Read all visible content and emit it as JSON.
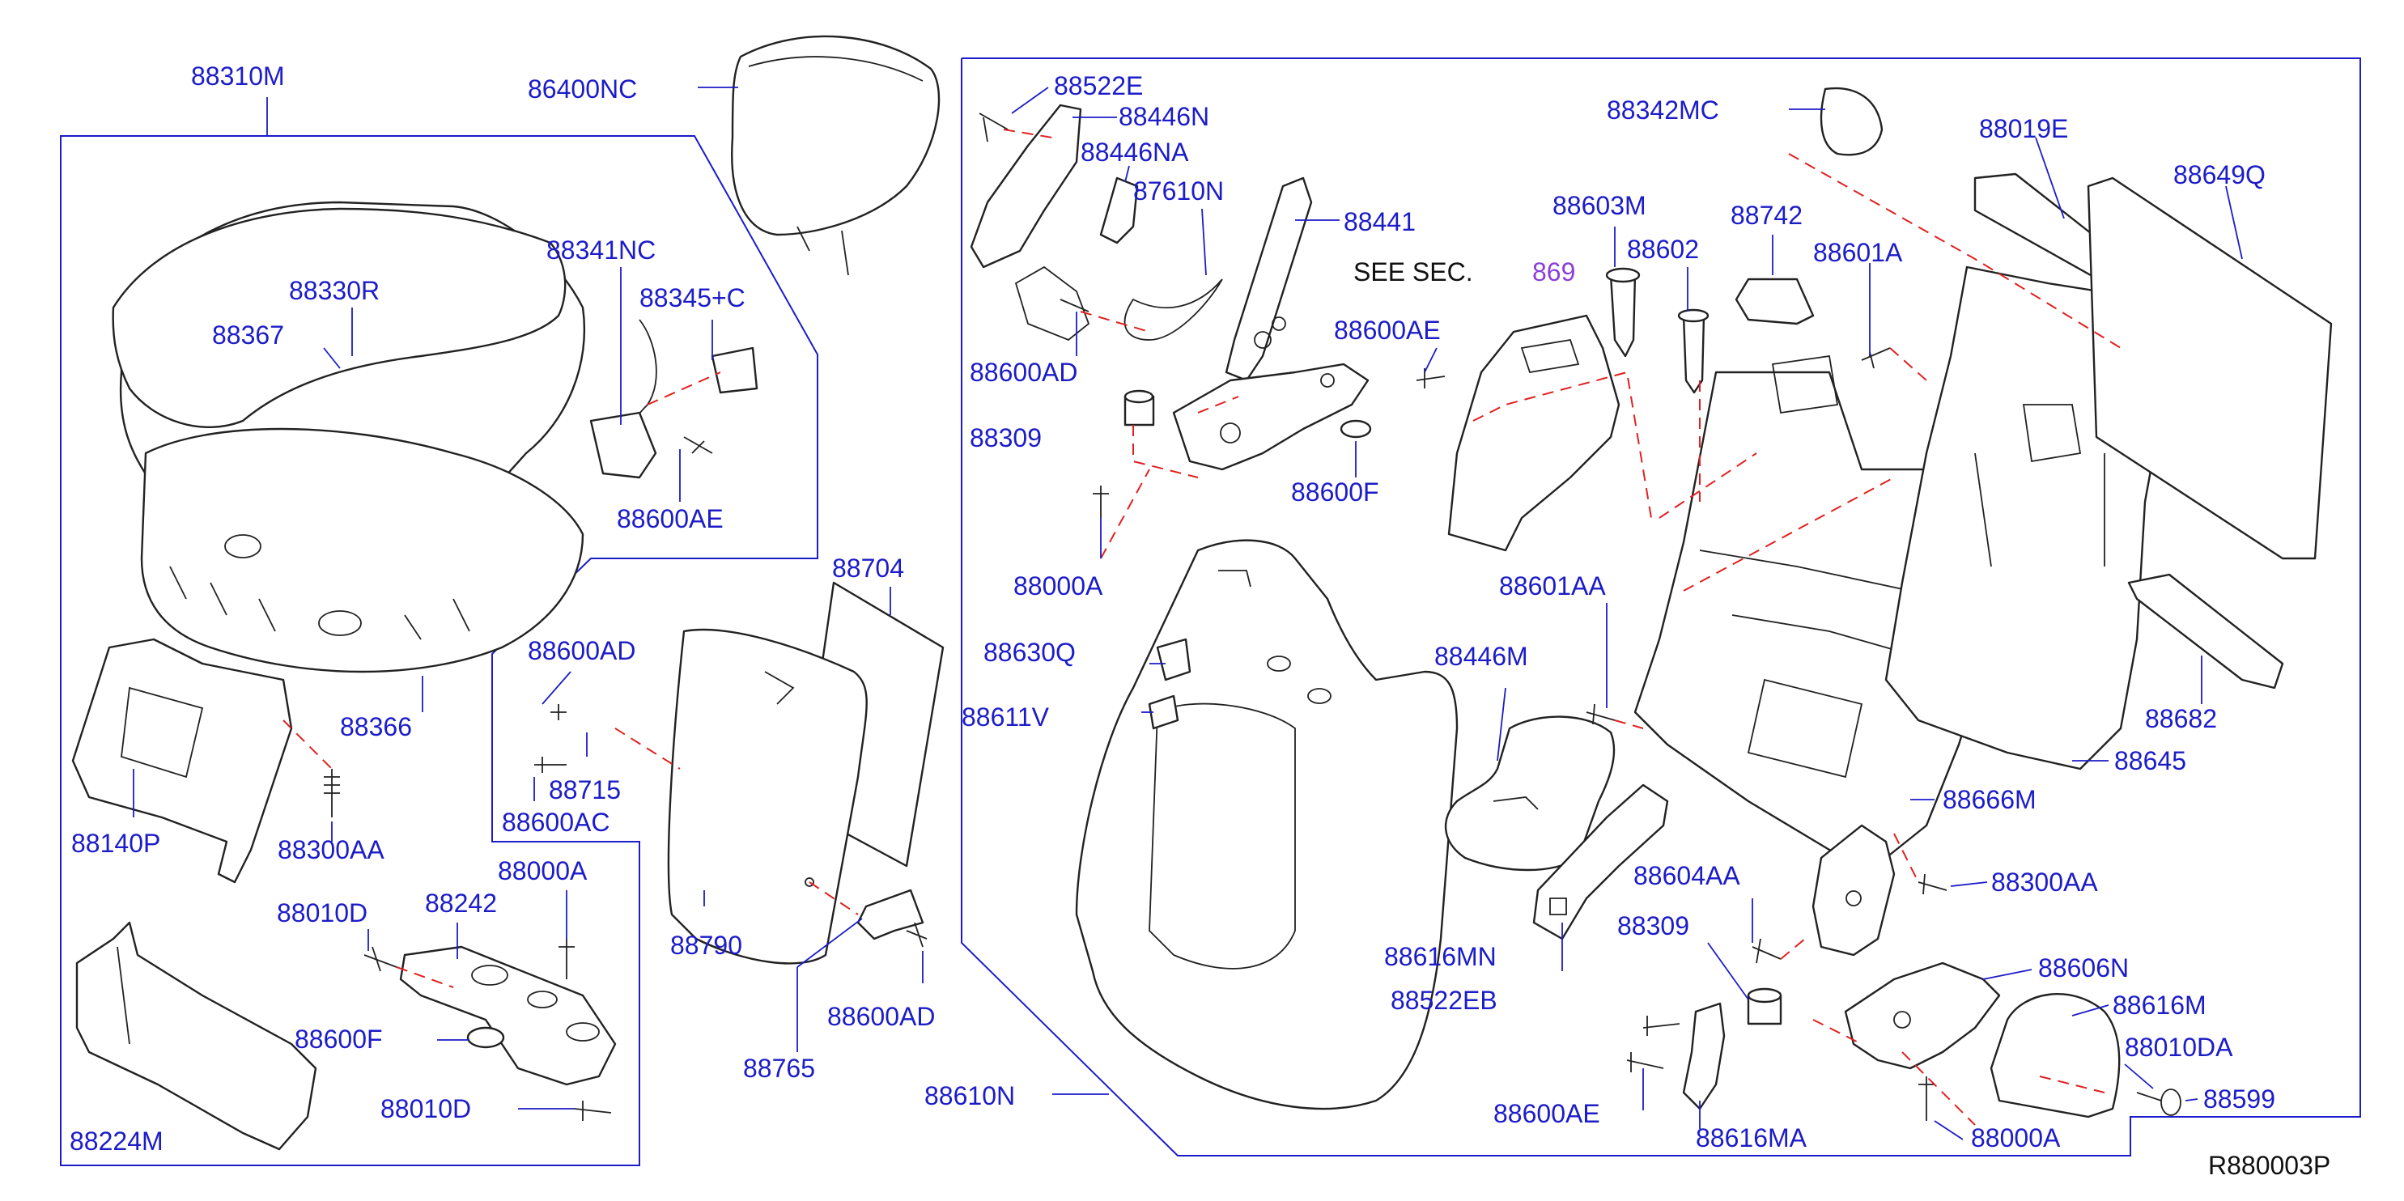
{
  "diagram": {
    "drawing_code": "R880003P",
    "see_section_text": "SEE  SEC.",
    "see_section_number": "869",
    "part_numbers": {
      "p88310M": "88310M",
      "p86400NC": "86400NC",
      "p88341NC": "88341NC",
      "p88330R": "88330R",
      "p88345C": "88345+C",
      "p88367": "88367",
      "p88600AE_a": "88600AE",
      "p88366": "88366",
      "p88140P": "88140P",
      "p88300AA_a": "88300AA",
      "p88600AD_a": "88600AD",
      "p88715": "88715",
      "p88600AC": "88600AC",
      "p88704": "88704",
      "p88790": "88790",
      "p88765": "88765",
      "p88600AD_b": "88600AD",
      "p88010D_a": "88010D",
      "p88242": "88242",
      "p88000A_a": "88000A",
      "p88600F_a": "88600F",
      "p88010D_b": "88010D",
      "p88224M": "88224M",
      "p88522E": "88522E",
      "p88446N": "88446N",
      "p88446NA": "88446NA",
      "p87610N": "87610N",
      "p88441": "88441",
      "p88600AD_c": "88600AD",
      "p88309_a": "88309",
      "p88000A_b": "88000A",
      "p88600AE_b": "88600AE",
      "p88600F_b": "88600F",
      "p88630Q": "88630Q",
      "p88611V": "88611V",
      "p88610N": "88610N",
      "p88342MC": "88342MC",
      "p88603M": "88603M",
      "p88602": "88602",
      "p88742": "88742",
      "p88601A": "88601A",
      "p88019E": "88019E",
      "p88649Q": "88649Q",
      "p88601AA": "88601AA",
      "p88446M": "88446M",
      "p88682": "88682",
      "p88645": "88645",
      "p88666M": "88666M",
      "p88300AA_b": "88300AA",
      "p88604AA": "88604AA",
      "p88309_b": "88309",
      "p88616MN": "88616MN",
      "p88522EB": "88522EB",
      "p88606N": "88606N",
      "p88616M": "88616M",
      "p88010DA": "88010DA",
      "p88599": "88599",
      "p88600AE_c": "88600AE",
      "p88616MA": "88616MA",
      "p88000A_c": "88000A"
    }
  }
}
